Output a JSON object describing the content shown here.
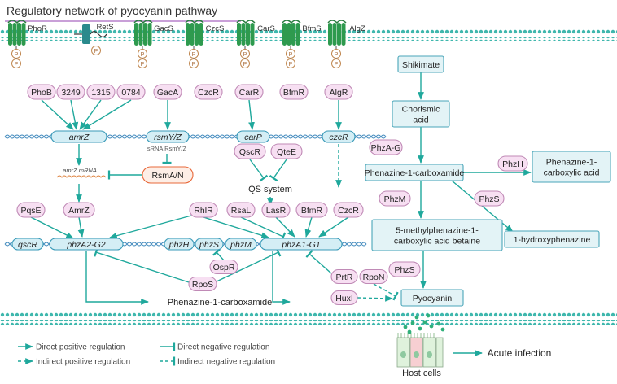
{
  "title": "Regulatory network of pyocyanin pathway",
  "colors": {
    "teal": "#1fa89c",
    "membrane": "#3fb7ad",
    "receptor": "#2e9a4e",
    "pill_fill": "#f7dff2",
    "pill_stroke": "#c08ab6",
    "gene_fill": "#d4eef5",
    "gene_stroke": "#3a9ab8",
    "box_fill": "#e3f3f6",
    "box_stroke": "#4aa6b9",
    "rsm_stroke": "#e8693b",
    "phospho": "#c0874f",
    "title_bar": "#c9a0d8"
  },
  "receptors": [
    "PhoR",
    "RetS",
    "GacS",
    "CzcS",
    "CarS",
    "BfmS",
    "AlgZ"
  ],
  "phospho_label": "P",
  "top_regulators": [
    "PhoB",
    "3249",
    "1315",
    "0784",
    "GacA",
    "CzcR",
    "CarR",
    "BfmR",
    "AlgR"
  ],
  "genes_row1": [
    "amrZ",
    "rsmY/Z",
    "carP",
    "czcR"
  ],
  "srna_label": "sRNA RsmY/Z",
  "rsm": "RsmA/N",
  "mrna_label": "amrZ mRNA",
  "qs_regs": [
    "QscR",
    "QteE"
  ],
  "qs_system": "QS system",
  "row3_regs": [
    "PqsE",
    "AmrZ",
    "RhlR",
    "RsaL",
    "LasR",
    "BfmR",
    "CzcR"
  ],
  "genes_row2": [
    "qscR",
    "phzA2-G2",
    "phzH",
    "phzS",
    "phzM",
    "phzA1-G1"
  ],
  "lower_regs": [
    "OspR",
    "RpoS",
    "PrtR",
    "RpoN",
    "HuxI"
  ],
  "product_label": "Phenazine-1-carboxamide",
  "pathway": {
    "shikimate": "Shikimate",
    "chorismic": [
      "Chorismic",
      "acid"
    ],
    "phza_g": "PhzA-G",
    "pca": "Phenazine-1-carboxamide",
    "phzh": "PhzH",
    "pcaacid": [
      "Phenazine-1-",
      "carboxylic acid"
    ],
    "phzm": "PhzM",
    "phzs": "PhzS",
    "betaine": [
      "5-methylphenazine-1-",
      "carboxylic acid betaine"
    ],
    "hydroxy": "1-hydroxyphenazine",
    "phzs2": "PhzS",
    "pyocyanin": "Pyocyanin"
  },
  "host_cells": "Host cells",
  "acute": "Acute infection",
  "legend": [
    "Direct positive regulation",
    "Direct negative regulation",
    "Indirect positive regulation",
    "Indirect negative regulation"
  ]
}
